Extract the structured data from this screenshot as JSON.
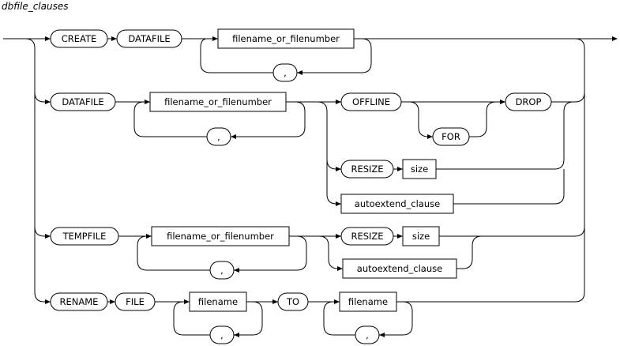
{
  "diagram_title": "dbfile_clauses",
  "nodes": [
    {
      "id": "create",
      "shape": "terminal",
      "label": "CREATE"
    },
    {
      "id": "datafile1",
      "shape": "terminal",
      "label": "DATAFILE"
    },
    {
      "id": "fn1",
      "shape": "nonterminal",
      "label": "filename_or_filenumber"
    },
    {
      "id": "comma1",
      "shape": "terminal",
      "label": ","
    },
    {
      "id": "datafile2",
      "shape": "terminal",
      "label": "DATAFILE"
    },
    {
      "id": "fn2",
      "shape": "nonterminal",
      "label": "filename_or_filenumber"
    },
    {
      "id": "comma2",
      "shape": "terminal",
      "label": ","
    },
    {
      "id": "offline",
      "shape": "terminal",
      "label": "OFFLINE"
    },
    {
      "id": "for",
      "shape": "terminal",
      "label": "FOR"
    },
    {
      "id": "drop",
      "shape": "terminal",
      "label": "DROP"
    },
    {
      "id": "resize1",
      "shape": "terminal",
      "label": "RESIZE"
    },
    {
      "id": "size1",
      "shape": "nonterminal",
      "label": "size"
    },
    {
      "id": "auto1",
      "shape": "nonterminal",
      "label": "autoextend_clause"
    },
    {
      "id": "tempfile",
      "shape": "terminal",
      "label": "TEMPFILE"
    },
    {
      "id": "fn3",
      "shape": "nonterminal",
      "label": "filename_or_filenumber"
    },
    {
      "id": "comma3",
      "shape": "terminal",
      "label": ","
    },
    {
      "id": "resize2",
      "shape": "terminal",
      "label": "RESIZE"
    },
    {
      "id": "size2",
      "shape": "nonterminal",
      "label": "size"
    },
    {
      "id": "auto2",
      "shape": "nonterminal",
      "label": "autoextend_clause"
    },
    {
      "id": "rename",
      "shape": "terminal",
      "label": "RENAME"
    },
    {
      "id": "file",
      "shape": "terminal",
      "label": "FILE"
    },
    {
      "id": "fname1",
      "shape": "nonterminal",
      "label": "filename"
    },
    {
      "id": "comma4",
      "shape": "terminal",
      "label": ","
    },
    {
      "id": "to",
      "shape": "terminal",
      "label": "TO"
    },
    {
      "id": "fname2",
      "shape": "nonterminal",
      "label": "filename"
    },
    {
      "id": "comma5",
      "shape": "terminal",
      "label": ","
    }
  ]
}
